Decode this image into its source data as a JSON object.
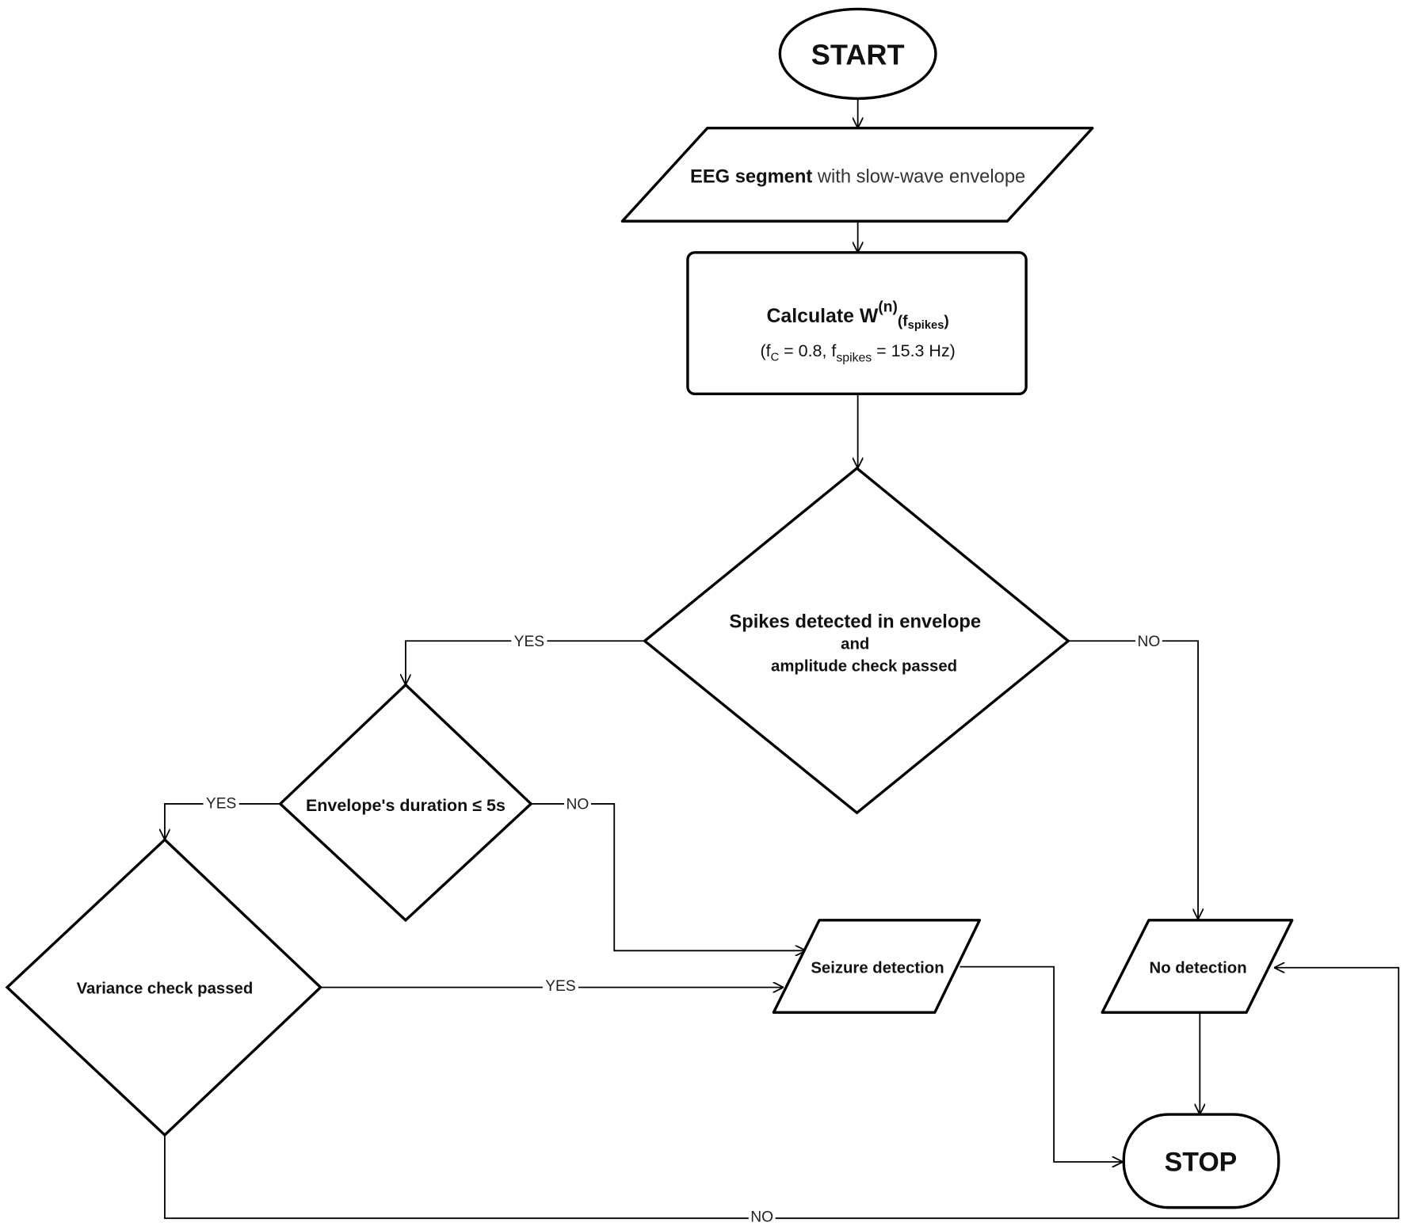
{
  "nodes": {
    "start": "START",
    "input": {
      "bold": "EEG segment",
      "rest": " with slow-wave envelope"
    },
    "calc": {
      "title": "Calculate W",
      "sup": "(n)",
      "sub_open": "(f",
      "sub_sub": "spikes",
      "sub_close": ")",
      "params_1": "(f",
      "params_c": "C",
      "params_2": " = 0.8, f",
      "params_spikes": "spikes",
      "params_3": " = 15.3 Hz)"
    },
    "decision1": {
      "line1": "Spikes detected in envelope",
      "line2": "and",
      "line3": "amplitude check passed"
    },
    "decision2": "Envelope's duration ≤ 5s",
    "decision3": "Variance check passed",
    "seizure": "Seizure detection",
    "no_detection": "No detection",
    "stop": "STOP"
  },
  "edges": {
    "d1_yes": "YES",
    "d1_no": "NO",
    "d2_yes": "YES",
    "d2_no": "NO",
    "d3_yes": "YES",
    "d3_no": "NO"
  }
}
